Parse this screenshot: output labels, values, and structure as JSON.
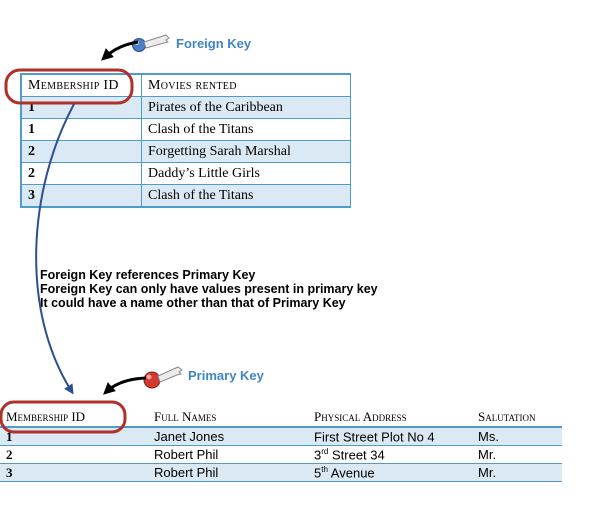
{
  "foreign_key_label": "Foreign Key",
  "primary_key_label": "Primary Key",
  "movies_table": {
    "headers": [
      "Membership ID",
      "Movies rented"
    ],
    "rows": [
      [
        "1",
        "Pirates of the Caribbean"
      ],
      [
        "1",
        "Clash of the Titans"
      ],
      [
        "2",
        "Forgetting Sarah Marshal"
      ],
      [
        "2",
        "Daddy’s Little Girls"
      ],
      [
        "3",
        "Clash of the Titans"
      ]
    ]
  },
  "notes": [
    "Foreign Key references Primary Key",
    "Foreign Key  can only have values present in primary key",
    "It could have a name other than that of Primary Key"
  ],
  "members_table": {
    "headers": [
      "Membership ID",
      "Full Names",
      "Physical Address",
      "Salutation"
    ],
    "rows": [
      {
        "id": "1",
        "name": "Janet Jones",
        "address": "First Street Plot No 4",
        "address_sup": "",
        "address_rest": "",
        "salutation": "Ms."
      },
      {
        "id": "2",
        "name": "Robert Phil",
        "address": "3",
        "address_sup": "rd",
        "address_rest": " Street 34",
        "salutation": "Mr."
      },
      {
        "id": "3",
        "name": "Robert Phil",
        "address": "5",
        "address_sup": "th",
        "address_rest": " Avenue",
        "salutation": "Mr."
      }
    ]
  },
  "colors": {
    "table_border": "#4f9ccb",
    "row_stripe": "#dbe9f4",
    "highlight_ellipse": "#b0302a",
    "connector_arrow": "#2d4f8f",
    "key_label": "#3f86c8",
    "foreign_key_icon": "#4d7fc4",
    "primary_key_icon": "#d23a2f"
  }
}
